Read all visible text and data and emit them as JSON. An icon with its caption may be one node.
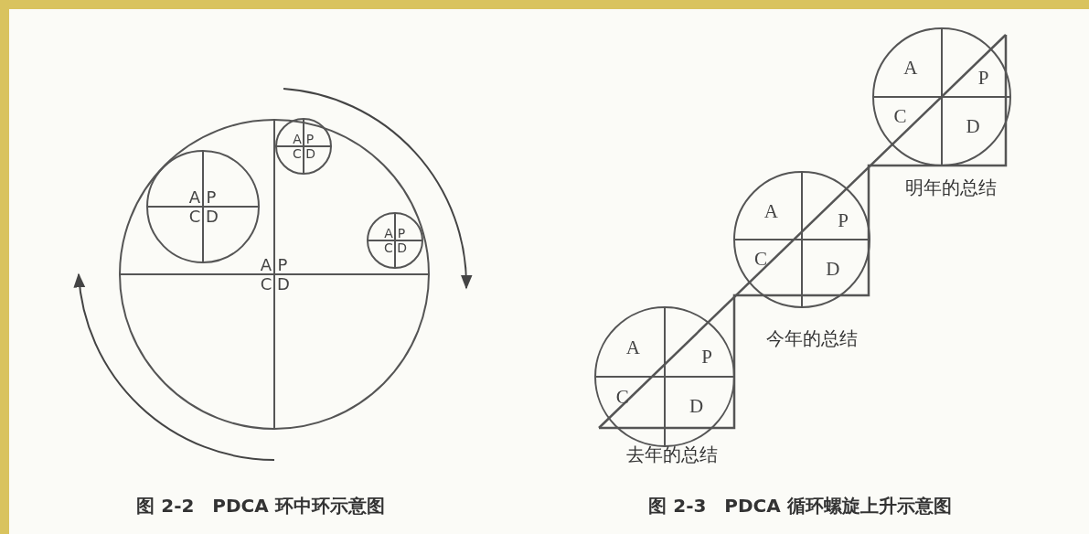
{
  "diagram": {
    "nodes": [
      {
        "text": [
          "A",
          "P",
          "C",
          "D"
        ]
      },
      {
        "text": [
          "A",
          "P",
          "C",
          "D"
        ],
        "in": 0
      },
      {
        "text": [
          "A",
          "P",
          "C",
          "D"
        ],
        "in": 0
      },
      {
        "text": [
          "A",
          "P",
          "C",
          "D"
        ],
        "in": 0
      },
      {
        "text": [
          "A",
          "P",
          "C",
          "D"
        ],
        "beside": [
          "去年的总结"
        ]
      },
      {
        "text": [
          "A",
          "P",
          "C",
          "D"
        ],
        "beside": [
          "今年的总结"
        ]
      },
      {
        "text": [
          "A",
          "P",
          "C",
          "D"
        ],
        "beside": [
          "明年的总结"
        ]
      }
    ],
    "edges": [],
    "labels": [
      "图 2-2　PDCA 环中环示意图",
      "图 2-3　PDCA 循环螺旋上升示意图"
    ]
  }
}
